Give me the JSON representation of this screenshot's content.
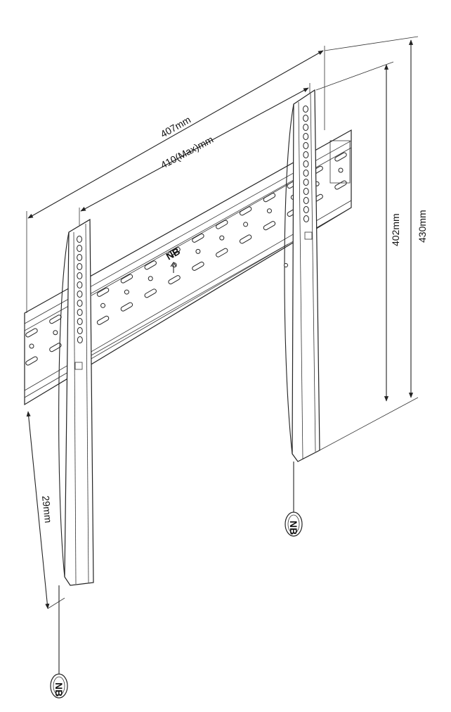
{
  "dimensions": {
    "width_outer": "407mm",
    "width_max": "410(Max)mm",
    "height_inner": "402mm",
    "height_outer": "430mm",
    "offset": "29mm"
  },
  "logo": "NB"
}
